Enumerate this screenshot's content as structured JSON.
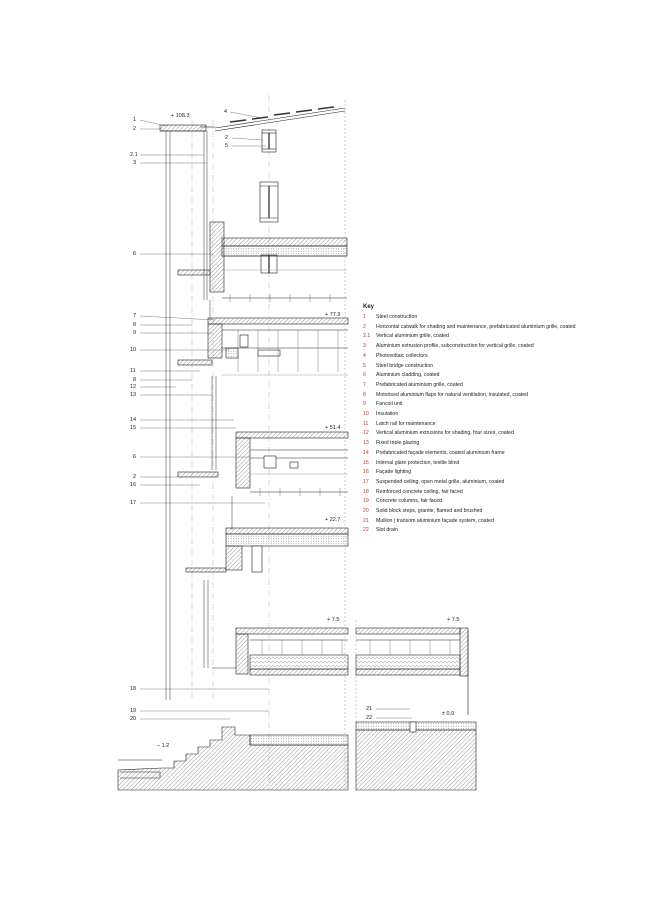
{
  "levels": {
    "top": "+ 108.3",
    "l2": "+ 77.9",
    "l3": "+ 51.4",
    "l4": "+ 22.7",
    "l5a": "+ 7.5",
    "l5b": "+ 7.5",
    "ground": "± 0.0",
    "basement": "– 1.2"
  },
  "callouts": {
    "c1": "1",
    "c2": "2",
    "c21": "2.1",
    "c3": "3",
    "c4": "4",
    "c2b": "2",
    "c5": "5",
    "c6": "6",
    "c7": "7",
    "c8": "8",
    "c9": "9",
    "c10": "10",
    "c11": "11",
    "c8b": "8",
    "c12": "12",
    "c13": "13",
    "c14": "14",
    "c15": "15",
    "c6b": "6",
    "c2c": "2",
    "c16": "16",
    "c17": "17",
    "c18": "18",
    "c19": "19",
    "c20": "20",
    "c21b": "21",
    "c22": "22"
  },
  "key": {
    "title": "Key",
    "items": [
      {
        "num": "1",
        "text": "Steel construction"
      },
      {
        "num": "2",
        "text": "Horizontal catwalk for shading and maintenance, prefabricated aluminium grille, coated"
      },
      {
        "num": "2.1",
        "text": "Vertical aluminium grille, coated"
      },
      {
        "num": "3",
        "text": "Aluminium extrusion profile, subconstruction for vertical grille, coated"
      },
      {
        "num": "4",
        "text": "Photovoltaic collectors"
      },
      {
        "num": "5",
        "text": "Steel bridge construction"
      },
      {
        "num": "6",
        "text": "Aluminium cladding, coated"
      },
      {
        "num": "7",
        "text": "Prefabricated aluminium grille, coated"
      },
      {
        "num": "8",
        "text": "Motorised aluminium flaps for natural ventilation, insulated, coated"
      },
      {
        "num": "9",
        "text": "Fancoil unit"
      },
      {
        "num": "10",
        "text": "Insulation"
      },
      {
        "num": "11",
        "text": "Latch rail for maintenance"
      },
      {
        "num": "12",
        "text": "Vertical aluminium extrusions for shading, four sizes, coated"
      },
      {
        "num": "13",
        "text": "Fixed triple glazing"
      },
      {
        "num": "14",
        "text": "Prefabricated façade elements, coated aluminium frame"
      },
      {
        "num": "15",
        "text": "Internal glare protection, textile blind"
      },
      {
        "num": "16",
        "text": "Façade lighting"
      },
      {
        "num": "17",
        "text": "Suspended ceiling, open metal grille, aluminium, coated"
      },
      {
        "num": "18",
        "text": "Reinforced concrete ceiling, fair faced"
      },
      {
        "num": "19",
        "text": "Concrete columns, fair faced"
      },
      {
        "num": "20",
        "text": "Solid block steps, granite, flamed and brushed"
      },
      {
        "num": "21",
        "text": "Mullion | transom aluminium façade system, coated"
      },
      {
        "num": "22",
        "text": "Slot drain"
      }
    ]
  }
}
